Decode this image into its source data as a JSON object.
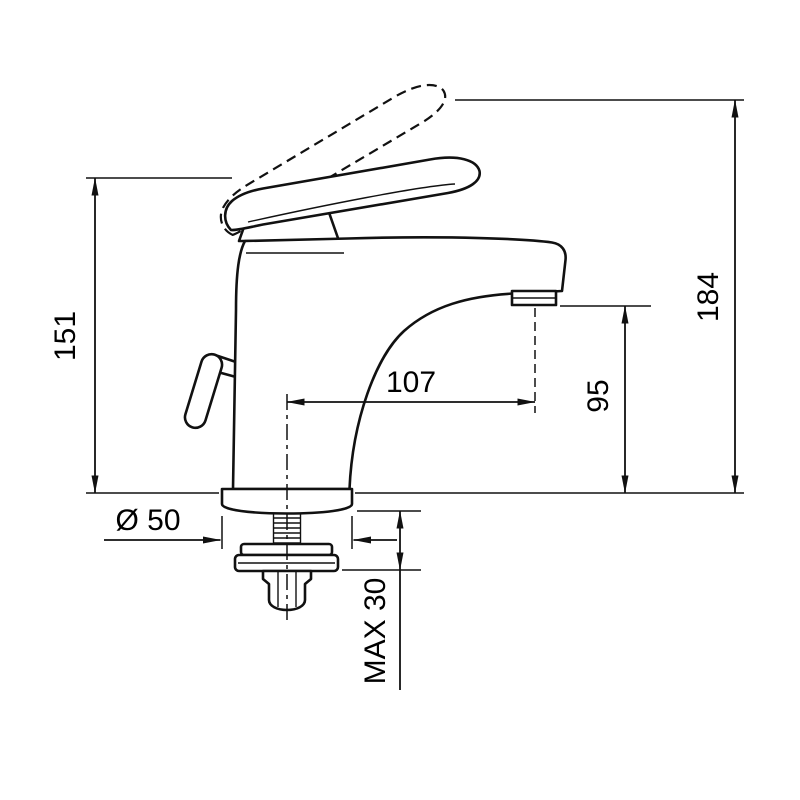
{
  "colors": {
    "line": "#111111",
    "background": "#ffffff"
  },
  "labels": {
    "height_to_handle": "151",
    "height_total": "184",
    "spout_reach": "107",
    "spout_height": "95",
    "base_diameter": "Ø 50",
    "max_mounting_thickness": "MAX 30"
  }
}
